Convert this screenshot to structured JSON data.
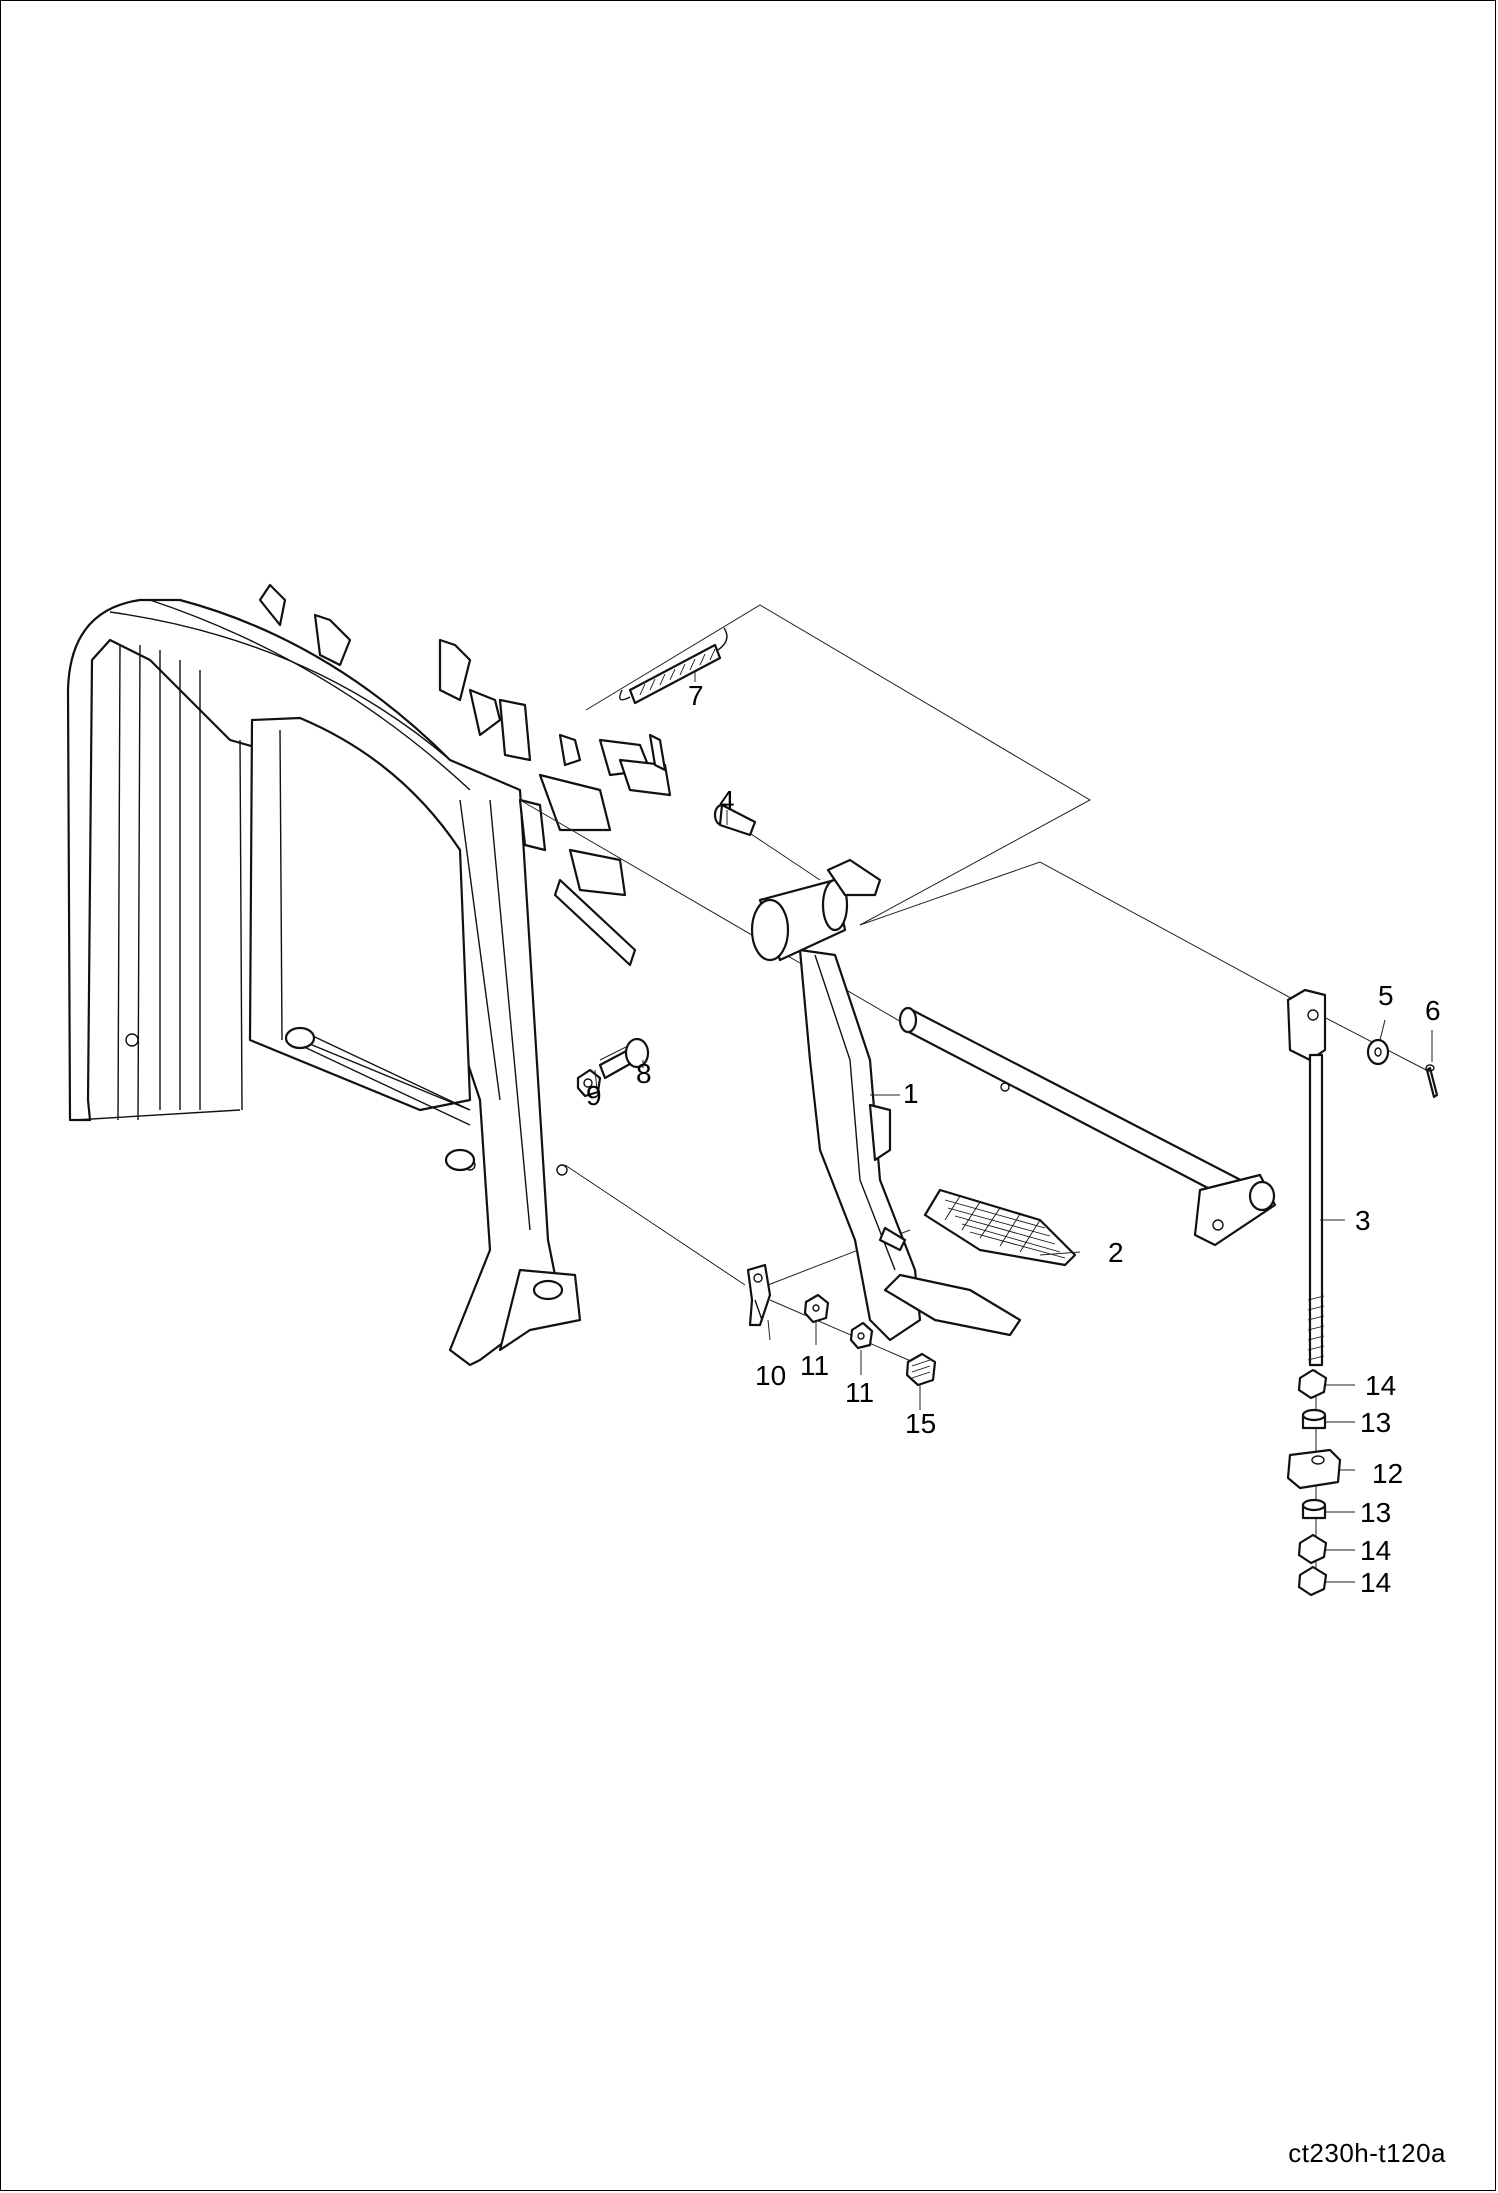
{
  "drawing_code": "ct230h-t120a",
  "callouts": {
    "c1": "1",
    "c2": "2",
    "c3": "3",
    "c4": "4",
    "c5": "5",
    "c6": "6",
    "c7": "7",
    "c8": "8",
    "c9": "9",
    "c10": "10",
    "c11a": "11",
    "c11b": "11",
    "c12": "12",
    "c13a": "13",
    "c13b": "13",
    "c14a": "14",
    "c14b": "14",
    "c14c": "14",
    "c15": "15"
  }
}
